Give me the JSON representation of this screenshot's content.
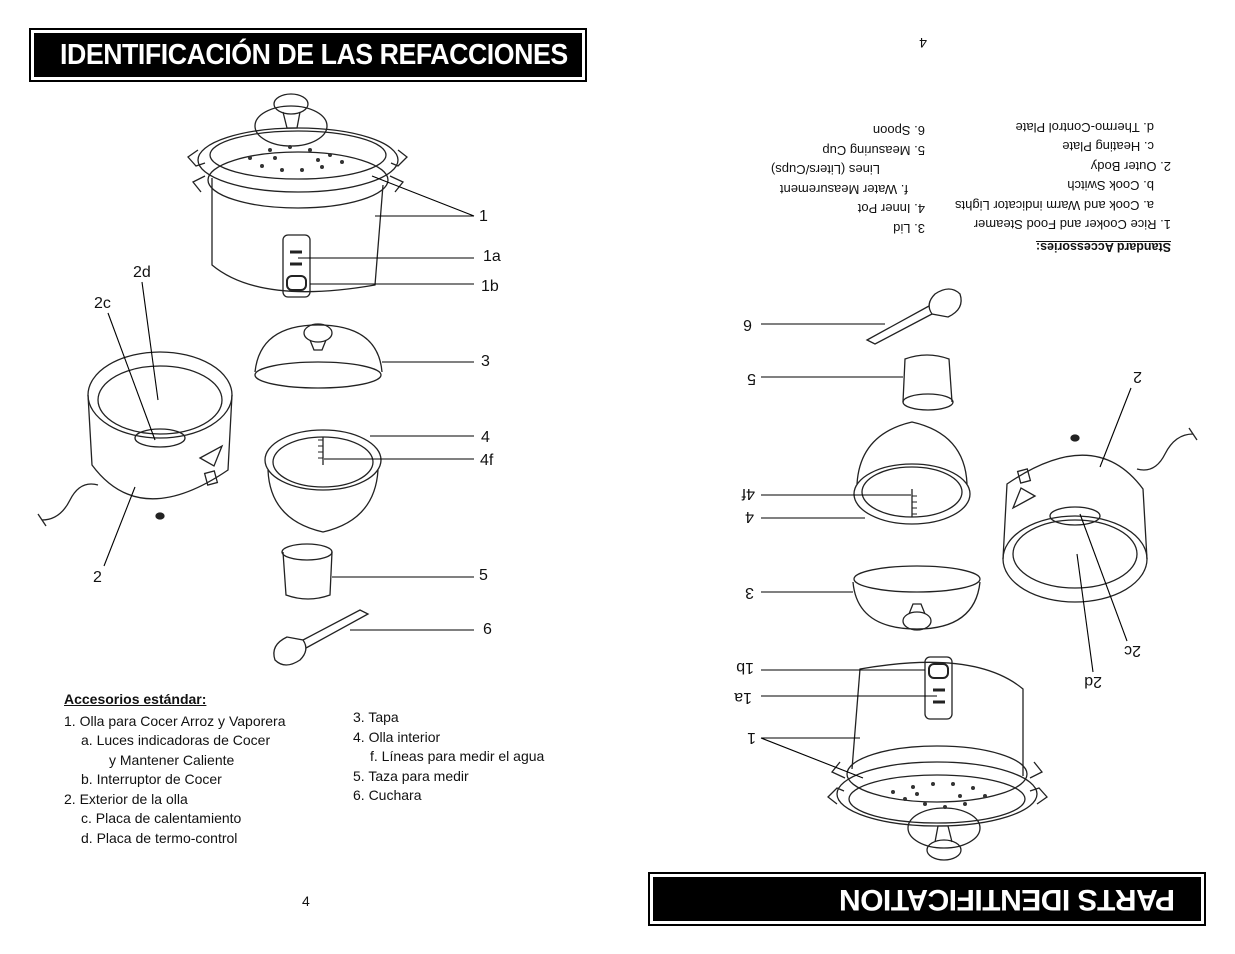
{
  "spanish_page": {
    "title": "IDENTIFICACIÓN DE LAS REFACCIONES",
    "labels": {
      "l1": "1",
      "l1a": "1a",
      "l1b": "1b",
      "l2d": "2d",
      "l2c": "2c",
      "l3": "3",
      "l4": "4",
      "l4f": "4f",
      "l2": "2",
      "l5": "5",
      "l6": "6"
    },
    "accessories": {
      "header": "Accesorios estándar:",
      "col1": [
        "1. Olla para Cocer Arroz y Vaporera",
        "a. Luces indicadoras de Cocer",
        "y Mantener Caliente",
        "b. Interruptor de Cocer",
        "2. Exterior de la olla",
        "c. Placa de calentamiento",
        "d. Placa de termo-control"
      ],
      "col2": [
        "3. Tapa",
        "4. Olla interior",
        "f. Líneas para medir el agua",
        "5. Taza para medir",
        "6. Cuchara"
      ]
    },
    "page_number": "4"
  },
  "english_page": {
    "title": "PARTS IDENTIFICATION",
    "labels": {
      "l1": "1",
      "l1a": "1a",
      "l1b": "1b",
      "l2d": "2d",
      "l2c": "2c",
      "l3": "3",
      "l4": "4",
      "l4f": "4f",
      "l2": "2",
      "l5": "5",
      "l6": "6"
    },
    "accessories": {
      "header": "Standard Accessories:",
      "col1": [
        "1. Rice Cooker and Food Steamer",
        "a. Cook and Warm indicator Lights",
        "b. Cook Switch",
        "2. Outer Body",
        "c. Heating Plate",
        "d. Thermo-Control Plate"
      ],
      "col2": [
        "3. Lid",
        "4. Inner Pot",
        "f. Water Measurement",
        "Lines (Liters/Cups)",
        "5. Measuring Cup",
        "6. Spoon"
      ]
    },
    "page_number": "4"
  }
}
